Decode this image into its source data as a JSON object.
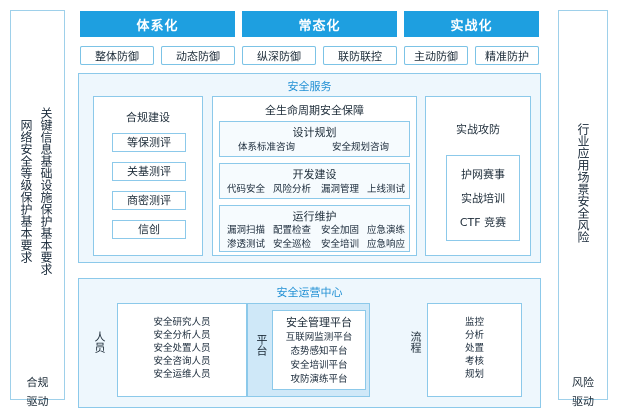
{
  "left": {
    "col1": "网络安全等级保护基本要求",
    "col2": "关键信息基础设施保护基本要求",
    "bottom": [
      "合规",
      "驱动"
    ]
  },
  "right": {
    "col": "行业应用场景安全风险",
    "bottom": [
      "风险",
      "驱动"
    ]
  },
  "headers": [
    "体系化",
    "常态化",
    "实战化"
  ],
  "defense": [
    "整体防御",
    "动态防御",
    "纵深防御",
    "联防联控",
    "主动防御",
    "精准防护"
  ],
  "security_service": {
    "title": "安全服务",
    "compliance": {
      "title": "合规建设",
      "items": [
        "等保测评",
        "关基测评",
        "商密测评",
        "信创"
      ]
    },
    "lifecycle": {
      "title": "全生命周期安全保障",
      "design": {
        "title": "设计规划",
        "items": [
          "体系标准咨询",
          "安全规划咨询"
        ]
      },
      "dev": {
        "title": "开发建设",
        "items": [
          "代码安全",
          "风险分析",
          "漏洞管理",
          "上线测试"
        ]
      },
      "ops": {
        "title": "运行维护",
        "row1": [
          "漏洞扫描",
          "配置检查",
          "安全加固",
          "应急演练"
        ],
        "row2": [
          "渗透测试",
          "安全巡检",
          "安全培训",
          "应急响应"
        ]
      }
    },
    "combat": {
      "title": "实战攻防",
      "items": [
        "护网赛事",
        "实战培训",
        "CTF 竞赛"
      ]
    }
  },
  "soc": {
    "title": "安全运营中心",
    "people": {
      "label": "人员",
      "items": [
        "安全研究人员",
        "安全分析人员",
        "安全处置人员",
        "安全咨询人员",
        "安全运维人员"
      ]
    },
    "platform": {
      "label": "平台",
      "title": "安全管理平台",
      "items": [
        "互联网监测平台",
        "态势感知平台",
        "安全培训平台",
        "攻防演练平台"
      ]
    },
    "process": {
      "label": "流程",
      "items": [
        "监控",
        "分析",
        "处置",
        "考核",
        "规划"
      ]
    }
  }
}
